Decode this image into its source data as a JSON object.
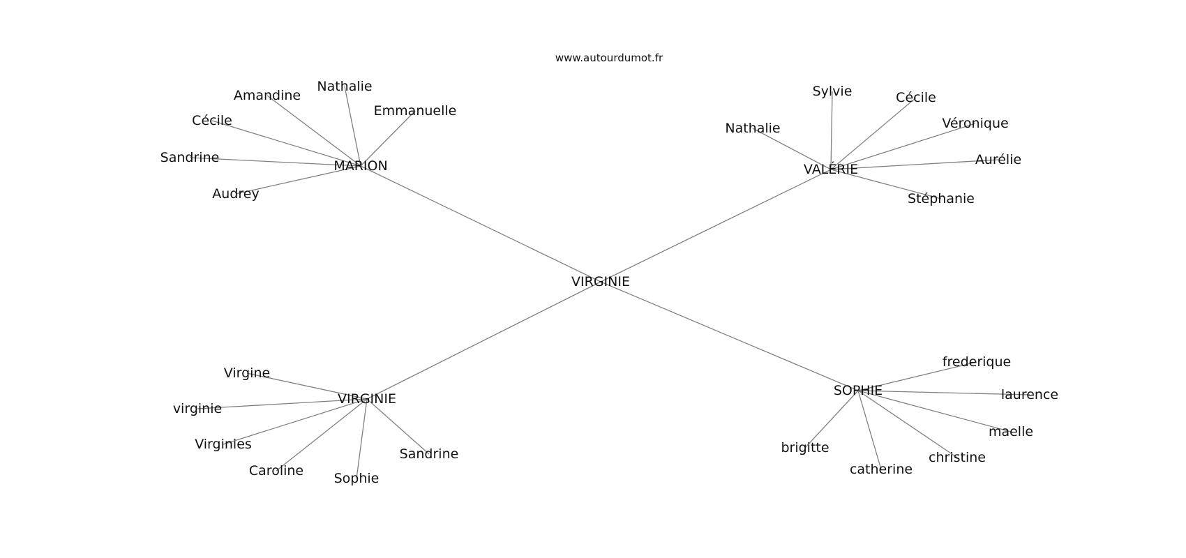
{
  "source": "www.autourdumot.fr",
  "center": "VIRGINIE",
  "clusters": [
    {
      "label": "MARION",
      "leaves": [
        "Amandine",
        "Nathalie",
        "Emmanuelle",
        "Cécile",
        "Sandrine",
        "Audrey"
      ]
    },
    {
      "label": "VALÉRIE",
      "leaves": [
        "Sylvie",
        "Cécile",
        "Nathalie",
        "Véronique",
        "Aurélie",
        "Stéphanie"
      ]
    },
    {
      "label": "VIRGINIE",
      "leaves": [
        "Virgine",
        "virginie",
        "Virginies",
        "Caroline",
        "Sophie",
        "Sandrine"
      ]
    },
    {
      "label": "SOPHIE",
      "leaves": [
        "frederique",
        "laurence",
        "maelle",
        "christine",
        "catherine",
        "brigitte"
      ]
    }
  ],
  "colors": {
    "edge": "#808080",
    "text": "#111111",
    "background": "#ffffff"
  }
}
